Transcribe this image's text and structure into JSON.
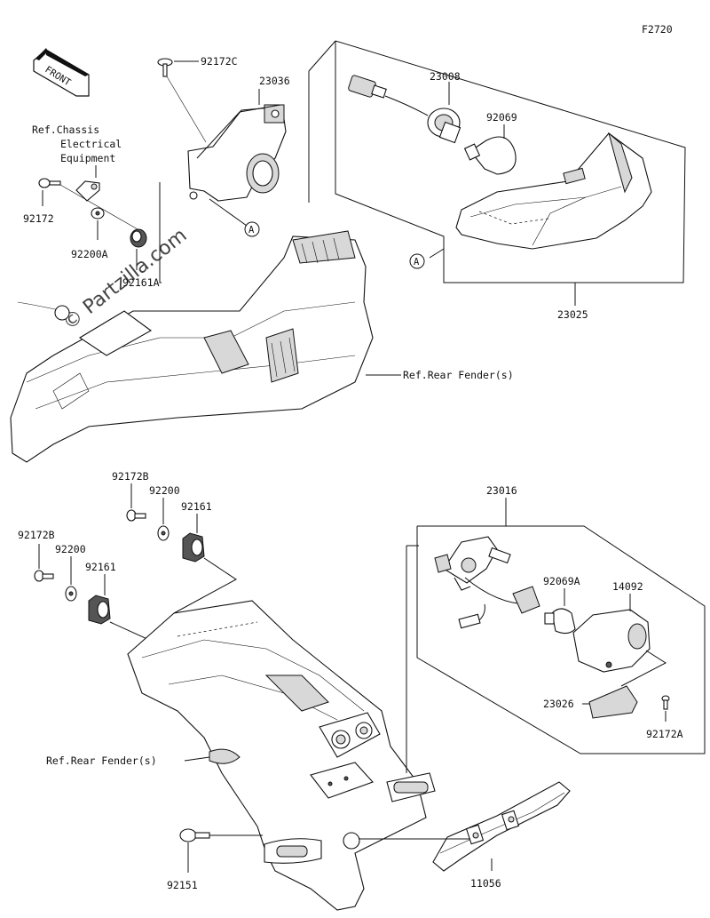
{
  "figure_code": "F2720",
  "front_badge": "FRONT",
  "watermark": "© Partzilla.com",
  "reference_marker": "A",
  "references": {
    "chassis_line1": "Ref.Chassis",
    "chassis_line2": "Electrical",
    "chassis_line3": "Equipment",
    "rear_fender_top": "Ref.Rear Fender(s)",
    "rear_fender_bottom": "Ref.Rear Fender(s)"
  },
  "parts": {
    "p92172C": "92172C",
    "p23036": "23036",
    "p23008": "23008",
    "p92069": "92069",
    "p92172": "92172",
    "p92200A": "92200A",
    "p92161A": "92161A",
    "p23025": "23025",
    "p92172B_a": "92172B",
    "p92200_a": "92200",
    "p92161_a": "92161",
    "p92172B_b": "92172B",
    "p92200_b": "92200",
    "p92161_b": "92161",
    "p23016": "23016",
    "p92069A": "92069A",
    "p14092": "14092",
    "p23026": "23026",
    "p92172A": "92172A",
    "p92151": "92151",
    "p11056": "11056"
  }
}
